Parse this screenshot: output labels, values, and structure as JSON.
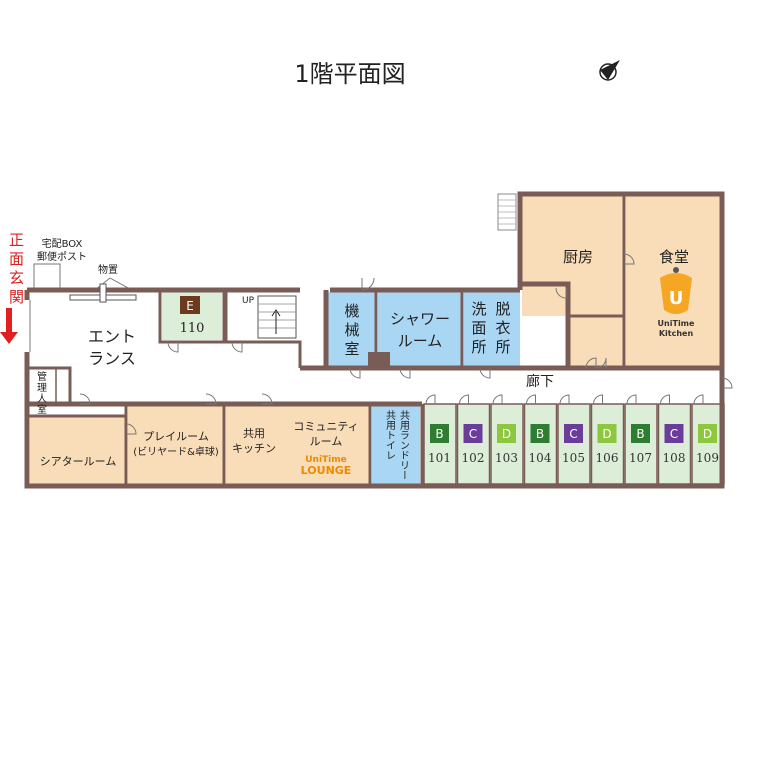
{
  "title": "1階平面図",
  "entrance_label": [
    "正",
    "面",
    "玄",
    "関"
  ],
  "mailbox_label": [
    "宅配BOX",
    "郵便ポスト"
  ],
  "storage_label": "物置",
  "up_label": "UP",
  "corridor_label": "廊下",
  "colors": {
    "wall": "#7a5c56",
    "peach": "#f9dcb8",
    "blue": "#a9d6f2",
    "green": "#dceed8",
    "type_B": "#2e7d32",
    "type_C": "#6a3d9a",
    "type_D": "#8dc63f",
    "type_E": "#6b3a1f",
    "entrance_arrow": "#e02020"
  },
  "rooms": {
    "entrance": [
      "エント",
      "ランス"
    ],
    "admin": [
      "管",
      "理",
      "人",
      "室"
    ],
    "theater": "シアタールーム",
    "play": [
      "プレイルーム",
      "(ビリヤード&卓球)"
    ],
    "kitchen_shared": [
      "共用",
      "キッチン"
    ],
    "community": [
      "コミュニティ",
      "ルーム"
    ],
    "lounge_logo_top": "UniTime",
    "lounge_logo_bottom": "LOUNGE",
    "machine": [
      "機",
      "械",
      "室"
    ],
    "shower": [
      "シャワー",
      "ルーム"
    ],
    "wash": [
      "洗",
      "面",
      "所"
    ],
    "dress": [
      "脱",
      "衣",
      "所"
    ],
    "kitchen": "厨房",
    "dining": "食堂",
    "kitchen_logo": [
      "U",
      "UniTime",
      "Kitchen"
    ],
    "laundry": [
      "共用ランドリー",
      "共用トイレ"
    ]
  },
  "unit_110": {
    "type": "E",
    "number": "110"
  },
  "units": [
    {
      "type": "B",
      "number": "101"
    },
    {
      "type": "C",
      "number": "102"
    },
    {
      "type": "D",
      "number": "103"
    },
    {
      "type": "B",
      "number": "104"
    },
    {
      "type": "C",
      "number": "105"
    },
    {
      "type": "D",
      "number": "106"
    },
    {
      "type": "B",
      "number": "107"
    },
    {
      "type": "C",
      "number": "108"
    },
    {
      "type": "D",
      "number": "109"
    }
  ]
}
